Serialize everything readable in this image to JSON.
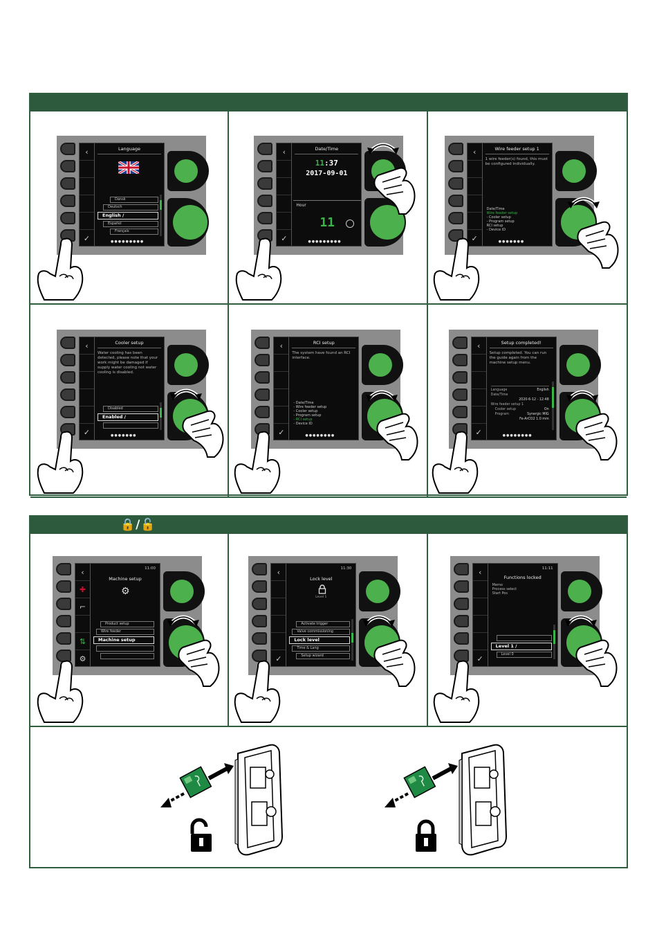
{
  "section1": {
    "panels": [
      {
        "title": "Language",
        "list": [
          "Dansk",
          "Deutsch",
          "English",
          "Español",
          "Français"
        ],
        "selected_index": 2,
        "selected_suffix": "/"
      },
      {
        "title": "Date/Time",
        "time_hour": "11",
        "time_rest": ":37",
        "date": "2017-09-01",
        "lower_label": "Hour",
        "hour_value": "11"
      },
      {
        "title": "Wire feeder setup 1",
        "body": "1 wire feeder(s) found, this must be configured individually.",
        "menu": [
          "Date/Time",
          "Wire feeder setup",
          "- Cooler setup",
          "- Program setup",
          "RCI setup",
          "- Device ID"
        ]
      },
      {
        "title": "Cooler setup",
        "body": "Water cooling has been detected, please note that your work might be damaged if supply water cooling not water cooling is disabled.",
        "list": [
          "Disabled",
          "Enabled",
          ""
        ],
        "selected_index": 1
      },
      {
        "title": "RCI setup",
        "body": "The system have found an RCI interface.",
        "menu": [
          "- Date/Time",
          "- Wire feeder setup",
          "  - Cooler setup",
          "  - Program setup",
          "- RCI setup",
          "  - Device ID"
        ]
      },
      {
        "title": "Setup completed!",
        "body": "Setup completed. You can run the guide again from the machine setup menu.",
        "summary": [
          {
            "label": "Language",
            "value": "English"
          },
          {
            "label": "Date/Time",
            "value": "2020-6-12 - 12:48"
          },
          {
            "label": "Wire feeder setup 1",
            "value": ""
          },
          {
            "label": "Cooler setup",
            "value": "On"
          },
          {
            "label": "Program",
            "value": "Synergic MIG"
          },
          {
            "label": "",
            "value": "Fe-ArCO2 1.0 mm"
          }
        ]
      }
    ]
  },
  "section2": {
    "bar_glyph": "🔒/🔓",
    "panels": [
      {
        "title": "Machine setup",
        "clock": "11:00",
        "list": [
          "Product setup",
          "Wire feeder",
          "Machine setup",
          "",
          ""
        ],
        "selected_index": 2
      },
      {
        "title": "Lock level",
        "clock": "11:30",
        "sub": "Level 1",
        "list": [
          "Activate trigger",
          "Valve commissioning",
          "Lock level",
          "Time & Lang",
          "Setup wizard"
        ],
        "selected_index": 2
      },
      {
        "title": "Functions locked",
        "clock": "11:11",
        "body_lines": [
          "Memo",
          "Process select",
          "Start Pos"
        ],
        "list": [
          "",
          "Level 1",
          "Level 0"
        ],
        "selected_index": 1
      }
    ]
  },
  "colors": {
    "bar": "#2d5a3c",
    "border": "#2e5e3e",
    "knob": "#4cb04c",
    "accent_green": "#39b54a",
    "card": "#1e8a44"
  }
}
